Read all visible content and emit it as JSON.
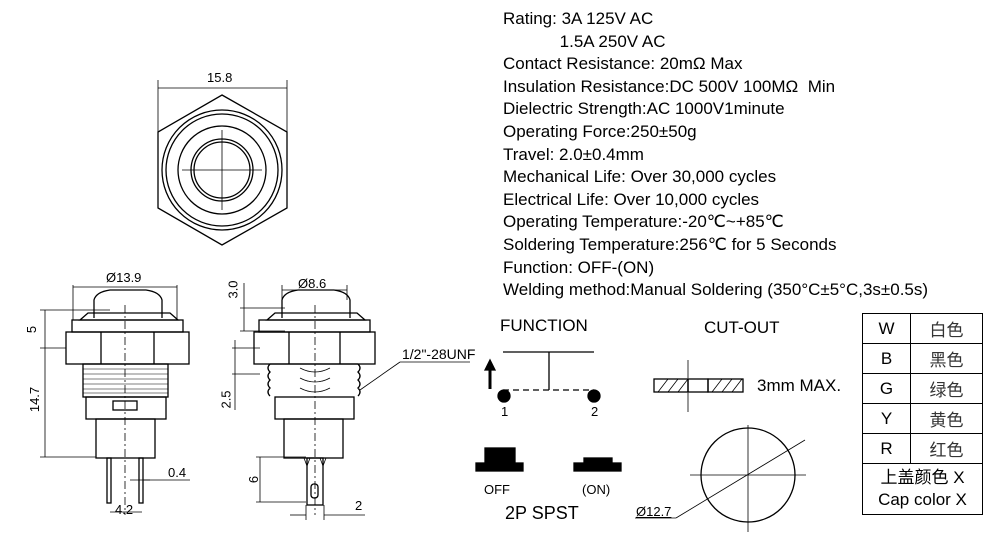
{
  "specs": {
    "rating": "Rating: 3A 125V AC",
    "rating2": "            1.5A 250V AC",
    "contact_resistance": "Contact Resistance: 20mΩ Max",
    "insulation_resistance": "Insulation Resistance:DC 500V 100MΩ  Min",
    "dielectric_strength": "Dielectric Strength:AC 1000V1minute",
    "operating_force": "Operating Force:250±50g",
    "travel": "Travel: 2.0±0.4mm",
    "mechanical_life": "Mechanical Life: Over 30,000 cycles",
    "electrical_life": "Electrical Life: Over 10,000 cycles",
    "operating_temperature": "Operating Temperature:-20℃~+85℃",
    "soldering_temperature": "Soldering Temperature:256℃ for 5 Seconds",
    "function": "Function: OFF-(ON)",
    "welding_method": "Welding method:Manual Soldering (350°C±5°C,3s±0.5s)"
  },
  "dimensions": {
    "hex_width": "15.8",
    "cap_dia": "Ø13.9",
    "cap_height": "5",
    "body_height": "14.7",
    "pin_thickness": "0.4",
    "pin_spacing": "4.2",
    "button_dia": "Ø8.6",
    "button_height": "3.0",
    "thread_length": "2.5",
    "pin_length": "6",
    "pin_width": "2",
    "thread_spec": "1/2\"-28UNF",
    "cutout_dia": "Ø12.7",
    "panel_thickness": "3mm MAX."
  },
  "function_diagram": {
    "title": "FUNCTION",
    "pin1": "1",
    "pin2": "2",
    "off_label": "OFF",
    "on_label": "(ON)",
    "type": "2P SPST"
  },
  "cutout": {
    "title": "CUT-OUT"
  },
  "cap_colors": {
    "rows": [
      {
        "code": "W",
        "name": "白色"
      },
      {
        "code": "B",
        "name": "黑色"
      },
      {
        "code": "G",
        "name": "绿色"
      },
      {
        "code": "Y",
        "name": "黄色"
      },
      {
        "code": "R",
        "name": "红色"
      }
    ],
    "note_cn": "上盖颜色 X",
    "note_en": "Cap color X"
  }
}
